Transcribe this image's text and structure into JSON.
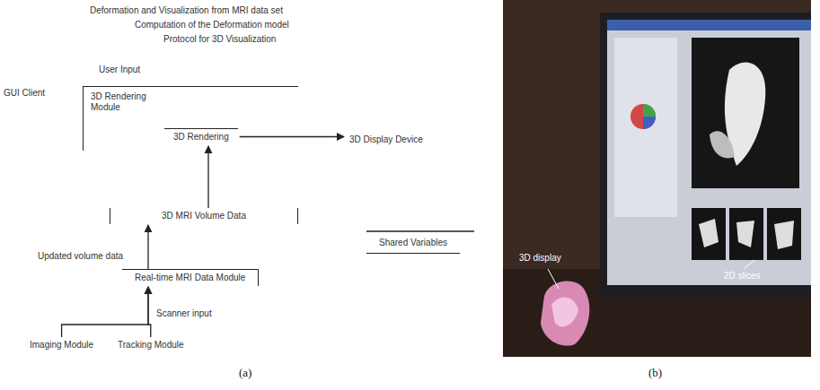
{
  "diagram": {
    "nodes": [
      {
        "text": [
          "3D Rendering Module"
        ]
      },
      {
        "text": [
          "3D Rendering"
        ],
        "in": 0
      },
      {
        "text": [
          "3D Display Device"
        ]
      },
      {
        "text": [
          "3D MRI Volume Data"
        ]
      },
      {
        "text": [
          "Shared Variables"
        ]
      },
      {
        "text": [
          "Real-time MRI Data Module"
        ]
      },
      {
        "text": [
          "Imaging Module"
        ]
      },
      {
        "text": [
          "Tracking Module"
        ]
      }
    ],
    "edges": [
      {
        "from": 1,
        "to": 2,
        "arrow": "to"
      },
      {
        "from": 3,
        "to": 1,
        "arrow": "to"
      },
      {
        "from": 5,
        "to": 3,
        "arrow": "to",
        "label": "Updated volume data"
      },
      {
        "from": 6,
        "to": 5,
        "arrow": "to",
        "label": "Scanner input"
      },
      {
        "from": 7,
        "to": 5,
        "arrow": "to"
      }
    ],
    "labels": [
      "Deformation and Visualization from MRI data set",
      "Computation of the Deformation model",
      "Protocol for 3D Visualization",
      "User Input",
      "GUI Client",
      "3D display",
      "2D slices",
      "(a)",
      "(b)"
    ]
  }
}
